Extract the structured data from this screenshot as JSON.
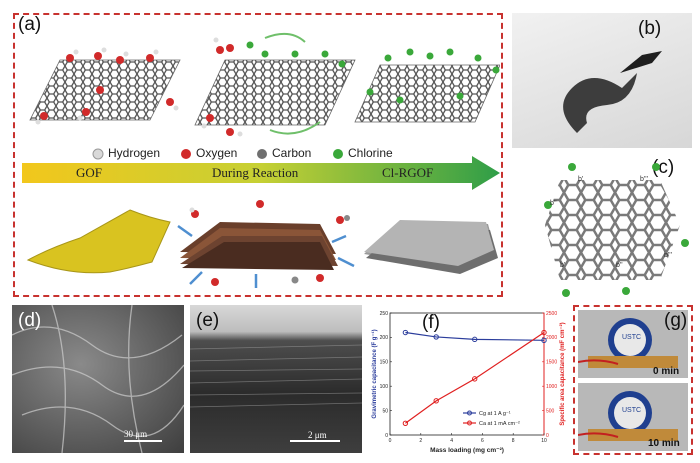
{
  "panels": {
    "a": "(a)",
    "b": "(b)",
    "c": "(c)",
    "d": "(d)",
    "e": "(e)",
    "f": "(f)",
    "g": "(g)"
  },
  "legend": {
    "hydrogen": "Hydrogen",
    "oxygen": "Oxygen",
    "carbon": "Carbon",
    "chlorine": "Chlorine"
  },
  "stages": {
    "gof": "GOF",
    "during": "During Reaction",
    "clrgof": "Cl-RGOF"
  },
  "scalebars": {
    "d": "30 μm",
    "e": "2 μm"
  },
  "panel_g": {
    "t0": "0 min",
    "t10": "10 min",
    "device": "USTC"
  },
  "panel_c_labels": [
    "b'",
    "b''",
    "b'''",
    "b'",
    "b''",
    "b'''"
  ],
  "colors": {
    "hydrogen": "#d9d9d9",
    "oxygen": "#d12a2a",
    "carbon": "#6f6f6f",
    "chlorine": "#3aa83a",
    "arrow_start": "#f2c71c",
    "arrow_end": "#2f9e48",
    "series_gravimetric": "#2b3d9c",
    "series_areal": "#e02020",
    "frame": "#c8322f"
  },
  "chart_data": {
    "type": "line",
    "xlabel": "Mass loading (mg cm⁻²)",
    "ylabel_left": "Gravimetric capacitance (F g⁻¹)",
    "ylabel_right": "Specific area capacitance (mF cm⁻²)",
    "xlim": [
      0,
      10
    ],
    "ylim_left": [
      0,
      250
    ],
    "ylim_right": [
      0,
      2500
    ],
    "x_ticks": [
      0,
      2,
      4,
      6,
      8,
      10
    ],
    "y_ticks_left": [
      0,
      50,
      100,
      150,
      200,
      250
    ],
    "y_ticks_right": [
      0,
      500,
      1000,
      1500,
      2000,
      2500
    ],
    "series": [
      {
        "name": "Cg at 1 A g⁻¹",
        "axis": "left",
        "x": [
          1,
          3,
          5.5,
          10
        ],
        "values": [
          210,
          201,
          196,
          194
        ]
      },
      {
        "name": "Ca at 1 mA cm⁻²",
        "axis": "right",
        "x": [
          1,
          3,
          5.5,
          10
        ],
        "values": [
          240,
          700,
          1150,
          2100
        ]
      }
    ]
  }
}
